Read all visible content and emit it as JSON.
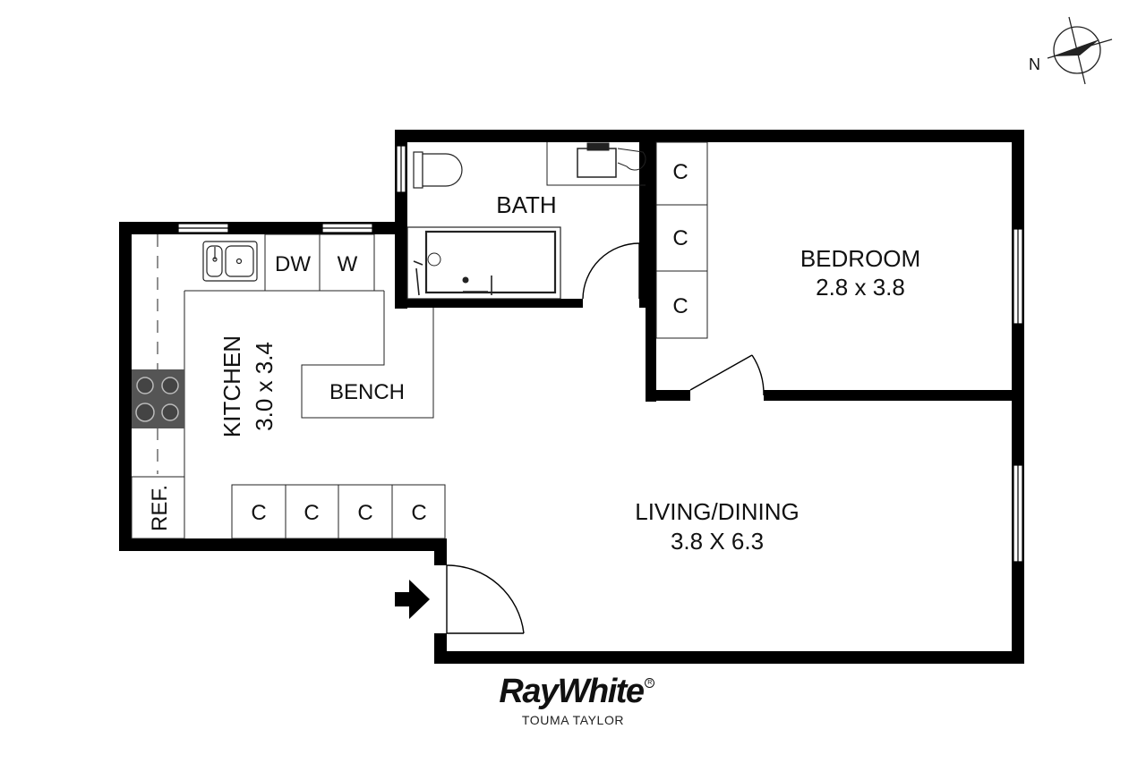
{
  "rooms": {
    "bath": {
      "name": "BATH"
    },
    "bedroom": {
      "name": "BEDROOM",
      "size": "2.8 x 3.8"
    },
    "kitchen": {
      "name": "KITCHEN",
      "size": "3.0 x 3.4"
    },
    "living": {
      "name": "LIVING/DINING",
      "size": "3.8 X 6.3"
    }
  },
  "fixtures": {
    "dishwasher": "DW",
    "washer": "W",
    "bench": "BENCH",
    "fridge": "REF.",
    "cupboard": "C"
  },
  "compass": {
    "label": "N"
  },
  "branding": {
    "logo": "RayWhite",
    "office": "TOUMA TAYLOR"
  },
  "icons": [
    "compass-icon",
    "entry-arrow-icon",
    "cooktop-icon",
    "sink-icon",
    "toilet-icon",
    "bathtub-icon",
    "vanity-icon"
  ]
}
